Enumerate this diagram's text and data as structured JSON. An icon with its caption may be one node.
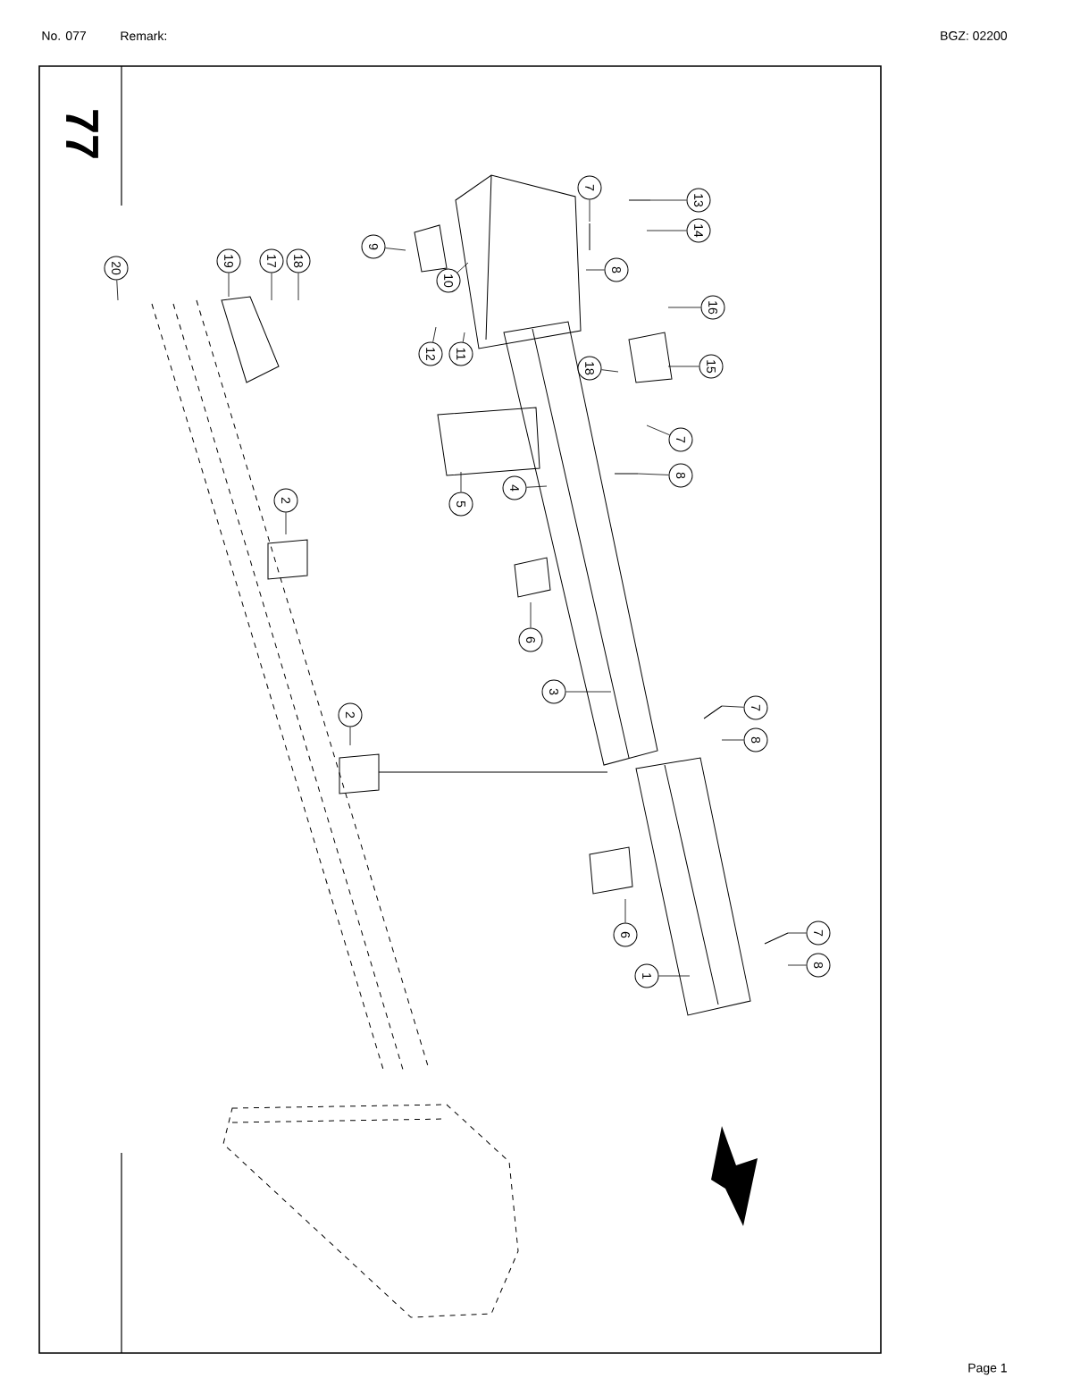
{
  "diagram": {
    "nodes": [
      {
        "text": [
          "20"
        ]
      },
      {
        "text": [
          "19"
        ]
      },
      {
        "text": [
          "17"
        ]
      },
      {
        "text": [
          "18"
        ]
      },
      {
        "text": [
          "7"
        ]
      },
      {
        "text": [
          "13"
        ]
      },
      {
        "text": [
          "14"
        ]
      },
      {
        "text": [
          "9"
        ]
      },
      {
        "text": [
          "8"
        ]
      },
      {
        "text": [
          "10"
        ]
      },
      {
        "text": [
          "16"
        ]
      },
      {
        "text": [
          "12"
        ]
      },
      {
        "text": [
          "11"
        ]
      },
      {
        "text": [
          "18"
        ]
      },
      {
        "text": [
          "15"
        ]
      },
      {
        "text": [
          "7"
        ]
      },
      {
        "text": [
          "8"
        ]
      },
      {
        "text": [
          "5"
        ]
      },
      {
        "text": [
          "4"
        ]
      },
      {
        "text": [
          "2"
        ]
      },
      {
        "text": [
          "6"
        ]
      },
      {
        "text": [
          "3"
        ]
      },
      {
        "text": [
          "2"
        ]
      },
      {
        "text": [
          "7"
        ]
      },
      {
        "text": [
          "8"
        ]
      },
      {
        "text": [
          "6"
        ]
      },
      {
        "text": [
          "7"
        ]
      },
      {
        "text": [
          "8"
        ]
      },
      {
        "text": [
          "1"
        ]
      }
    ],
    "edges": [
      {
        "from": 0,
        "to": null,
        "arrow": "none"
      },
      {
        "from": 1,
        "to": null,
        "arrow": "none"
      },
      {
        "from": 2,
        "to": null,
        "arrow": "none"
      },
      {
        "from": 3,
        "to": null,
        "arrow": "none"
      },
      {
        "from": 4,
        "to": null,
        "arrow": "none"
      },
      {
        "from": 5,
        "to": null,
        "arrow": "none"
      },
      {
        "from": 6,
        "to": null,
        "arrow": "none"
      },
      {
        "from": 7,
        "to": null,
        "arrow": "none"
      },
      {
        "from": 8,
        "to": null,
        "arrow": "none"
      },
      {
        "from": 9,
        "to": null,
        "arrow": "none"
      },
      {
        "from": 10,
        "to": null,
        "arrow": "none"
      },
      {
        "from": 11,
        "to": null,
        "arrow": "none"
      },
      {
        "from": 12,
        "to": null,
        "arrow": "none"
      },
      {
        "from": 13,
        "to": null,
        "arrow": "none"
      },
      {
        "from": 14,
        "to": null,
        "arrow": "none"
      },
      {
        "from": 15,
        "to": null,
        "arrow": "none"
      },
      {
        "from": 16,
        "to": null,
        "arrow": "none"
      },
      {
        "from": 17,
        "to": null,
        "arrow": "none"
      },
      {
        "from": 18,
        "to": null,
        "arrow": "none"
      },
      {
        "from": 19,
        "to": null,
        "arrow": "none"
      },
      {
        "from": 20,
        "to": null,
        "arrow": "none"
      },
      {
        "from": 21,
        "to": null,
        "arrow": "none"
      },
      {
        "from": 22,
        "to": null,
        "arrow": "none"
      },
      {
        "from": 23,
        "to": null,
        "arrow": "none"
      },
      {
        "from": 24,
        "to": null,
        "arrow": "none"
      },
      {
        "from": 25,
        "to": null,
        "arrow": "none"
      },
      {
        "from": 26,
        "to": null,
        "arrow": "none"
      },
      {
        "from": 27,
        "to": null,
        "arrow": "none"
      },
      {
        "from": 28,
        "to": null,
        "arrow": "none"
      }
    ],
    "labels": [
      "No. 077",
      "Remark:",
      "BGZ: 02200",
      "77",
      "Page 1"
    ]
  }
}
